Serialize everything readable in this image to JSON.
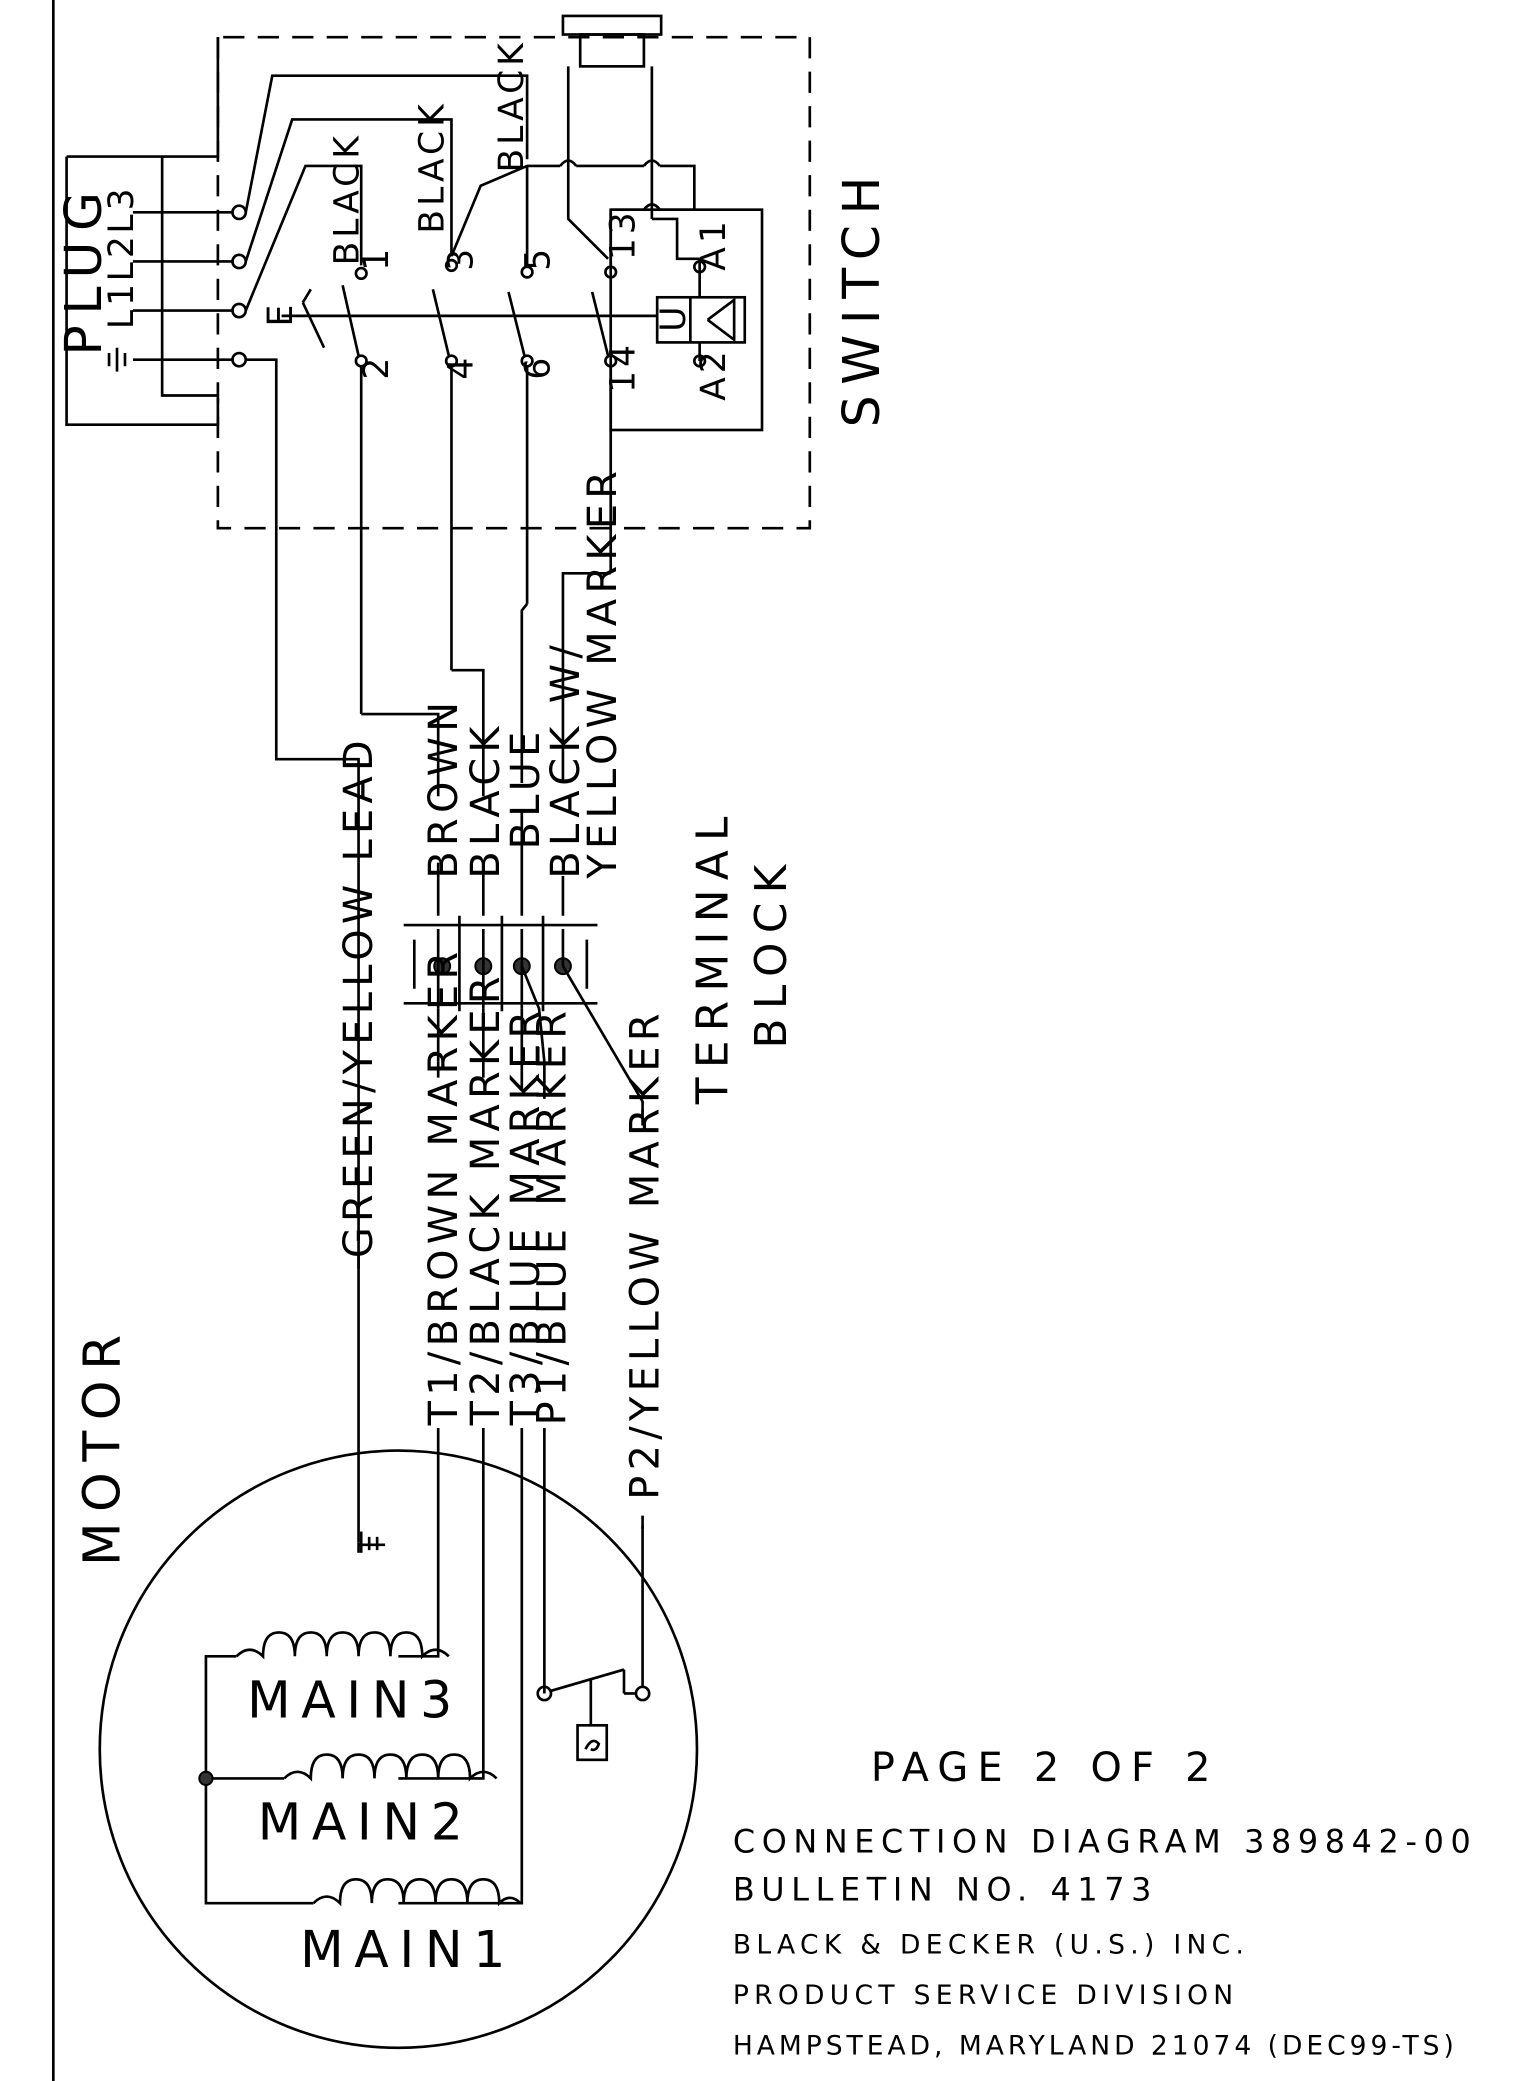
{
  "labels": {
    "plug": "PLUG",
    "l1": "L1",
    "l2": "L2",
    "l3": "L3",
    "switch": "SWITCH",
    "earth": "E",
    "u": "U",
    "a1": "A1",
    "a2": "A2",
    "term_1": "1",
    "term_2": "2",
    "term_3": "3",
    "term_4": "4",
    "term_5": "5",
    "term_6": "6",
    "term_13": "13",
    "term_14": "14",
    "wire_black_1": "BLACK",
    "wire_black_2": "BLACK",
    "wire_black_3": "BLACK",
    "brown": "BROWN",
    "black": "BLACK",
    "blue": "BLUE",
    "black_w": "BLACK W/",
    "yellow_marker": "YELLOW MARKER",
    "terminal": "TERMINAL",
    "block": "BLOCK",
    "green_yellow_lead": "GREEN/YELLOW LEAD",
    "t1": "T1/BROWN MARKER",
    "t2": "T2/BLACK MARKER",
    "t3": "T3/BLUE MARKER",
    "p1": "P1/BLUE MARKER",
    "p2": "P2/YELLOW MARKER",
    "motor": "MOTOR",
    "main1": "MAIN1",
    "main2": "MAIN2",
    "main3": "MAIN3"
  },
  "title_block": {
    "page": "PAGE 2 OF 2",
    "line1": "CONNECTION DIAGRAM 389842-00",
    "line2": "BULLETIN NO. 4173",
    "line3": "BLACK & DECKER (U.S.) INC.",
    "line4": "PRODUCT SERVICE DIVISION",
    "line5": "HAMPSTEAD, MARYLAND 21074 (DEC99-TS)"
  }
}
